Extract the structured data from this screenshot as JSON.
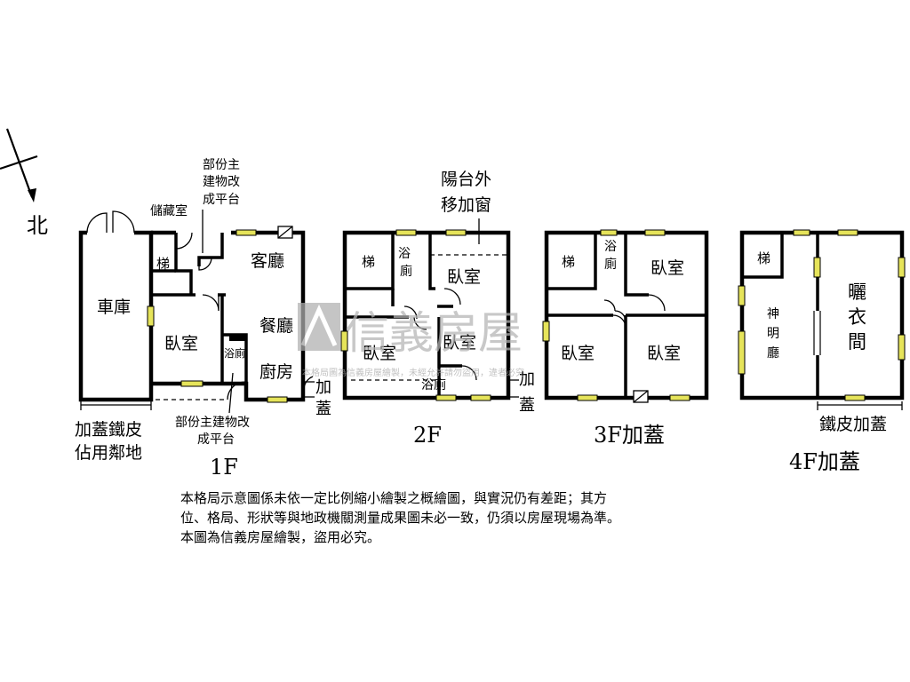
{
  "north_label": "北",
  "floors": {
    "f1": {
      "label": "1F",
      "garage": "車庫",
      "bedroom": "臥室",
      "living": "客廳",
      "dining": "餐廳",
      "kitchen": "廚房",
      "bath": "浴廁",
      "stairs": "梯",
      "storage": "儲藏室",
      "note_top": [
        "部份主",
        "建物改",
        "成平台"
      ],
      "note_bottom": [
        "部份主建物改",
        "成平台"
      ],
      "neighbor": [
        "加蓋鐵皮",
        "佔用鄰地"
      ],
      "addon": [
        "加",
        "蓋"
      ]
    },
    "f2": {
      "label": "2F",
      "stairs": "梯",
      "bath_a": [
        "浴",
        "廁"
      ],
      "bedroom_a": "臥室",
      "bedroom_b": "臥室",
      "bedroom_c": "臥室",
      "bath_b": "浴廁",
      "note": [
        "陽台外",
        "移加窗"
      ],
      "addon": [
        "加",
        "蓋"
      ]
    },
    "f3": {
      "label": "3F加蓋",
      "stairs": "梯",
      "bath": [
        "浴",
        "廁"
      ],
      "bedroom_a": "臥室",
      "bedroom_b": "臥室",
      "bedroom_c": "臥室"
    },
    "f4": {
      "label": "4F加蓋",
      "stairs": "梯",
      "shrine": [
        "神",
        "明",
        "廳"
      ],
      "laundry": [
        "曬",
        "衣",
        "間"
      ],
      "note": "鐵皮加蓋"
    }
  },
  "watermark": {
    "brand": "信義房屋",
    "copyright": "本格局圖為信義房屋繪製，未經允許請勿盜用，違者必究"
  },
  "disclaimer": [
    "本格局示意圖係未依一定比例縮小繪製之概繪圖，與實況仍有差距；其方",
    "位、格局、形狀等與地政機關測量成果圖未必一致，仍須以房屋現場為準。",
    "本圖為信義房屋繪製，盜用必究。"
  ]
}
